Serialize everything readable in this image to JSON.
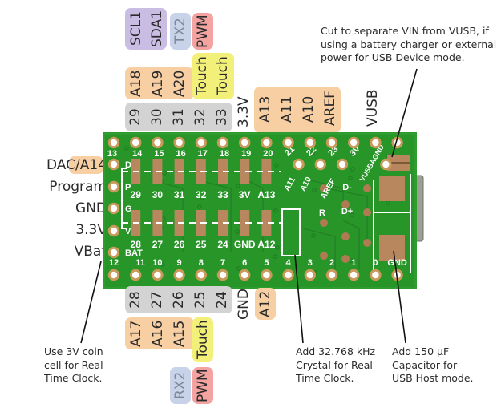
{
  "title": "Teensy 3.2 bottom-side pinout",
  "colors": {
    "pcb": "#2f9c2f",
    "pcb_dark": "#1f7d23",
    "pad": "#b8875e",
    "silkscreen": "#ffffff",
    "gray": "#d3d3d3",
    "orange": "#f7cfa3",
    "yellow": "#f3f07a",
    "purple": "#c9bde4",
    "blue": "#c8d3ea",
    "red": "#f4a3a1"
  },
  "top_labels": {
    "pin_numbers": [
      "29",
      "30",
      "31",
      "32",
      "33"
    ],
    "power": "3.3V",
    "analog": [
      "A13",
      "A11",
      "A10",
      "AREF"
    ],
    "vusb": "VUSB",
    "analog_upper": [
      "A18",
      "A19",
      "A20"
    ],
    "touch": [
      "Touch",
      "Touch"
    ],
    "i2c": [
      "SCL1",
      "SDA1"
    ],
    "serial": "TX2",
    "pwm": "PWM"
  },
  "left_labels": {
    "dac": "DAC",
    "dac_analog": "/A14",
    "program": "Program",
    "gnd": "GND",
    "v33": "3.3V",
    "vbat": "VBat"
  },
  "bottom_labels": {
    "pin_numbers": [
      "28",
      "27",
      "26",
      "25",
      "24"
    ],
    "gnd": "GND",
    "a12": "A12",
    "analog": [
      "A17",
      "A16",
      "A15"
    ],
    "touch": "Touch",
    "serial": "RX2",
    "pwm": "PWM"
  },
  "pcb_silkscreen": {
    "top_pin_numbers": [
      "13",
      "14",
      "15",
      "16",
      "17",
      "18",
      "19",
      "20",
      "21",
      "22",
      "23",
      "3V",
      "VUSB",
      "AGND"
    ],
    "top_pad_labels": [
      "29",
      "30",
      "31",
      "32",
      "33",
      "3V",
      "A13"
    ],
    "bottom_pad_labels": [
      "28",
      "27",
      "26",
      "25",
      "24",
      "GND",
      "A12"
    ],
    "bottom_pin_numbers": [
      "12",
      "11",
      "10",
      "9",
      "8",
      "7",
      "6",
      "5",
      "4",
      "3",
      "2",
      "1",
      "0",
      "GND"
    ],
    "left_letters": [
      "D",
      "P",
      "G",
      "V",
      "BAT"
    ],
    "middle_labels": [
      "A11",
      "A10",
      "AREF",
      "D-",
      "D+",
      "R"
    ]
  },
  "notes": {
    "vusb_cut": [
      "Cut to separate VIN from VUSB, if",
      "using a battery charger or external",
      "power for USB Device mode."
    ],
    "coin_cell": [
      "Use 3V coin",
      "cell for Real",
      "Time Clock."
    ],
    "crystal": [
      "Add 32.768 kHz",
      "Crystal for Real",
      "Time Clock."
    ],
    "capacitor": [
      "Add 150 µF",
      "Capacitor for",
      "USB Host mode."
    ]
  }
}
